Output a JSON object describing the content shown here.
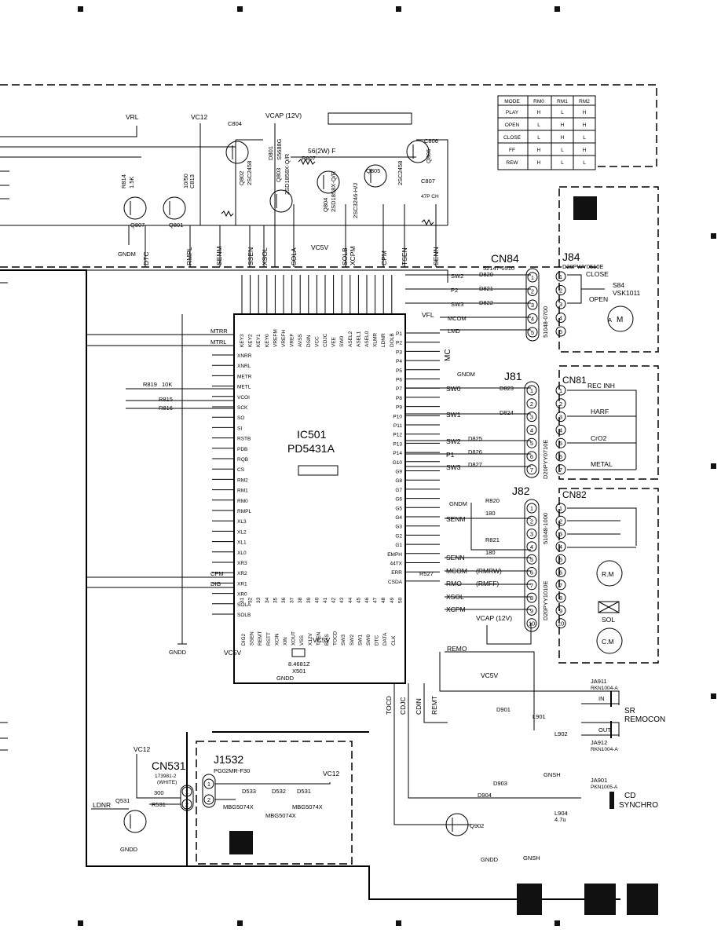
{
  "mode_table": {
    "headers": [
      "MODE",
      "RM0",
      "RM1",
      "RM2"
    ],
    "rows": [
      [
        "PLAY",
        "H",
        "L",
        "H"
      ],
      [
        "OPEN",
        "L",
        "H",
        "H"
      ],
      [
        "CLOSE",
        "L",
        "H",
        "L"
      ],
      [
        "FF",
        "H",
        "L",
        "H"
      ],
      [
        "REW",
        "H",
        "L",
        "L"
      ]
    ]
  },
  "ic": {
    "ref": "IC501",
    "part": "PD5431A"
  },
  "ic_left_pins": [
    "XNRR",
    "XNRL",
    "METR",
    "METL",
    "VCOI",
    "SCK",
    "SO",
    "SI",
    "RSTB",
    "PDB",
    "RQB",
    "CS",
    "RM2",
    "RM1",
    "RM0",
    "RMPL",
    "XL3",
    "XL2",
    "XL1",
    "XL0",
    "XR3",
    "XR2",
    "XR1",
    "XR0",
    "SOLA",
    "SOLB"
  ],
  "ic_right_pins": [
    "P1",
    "P2",
    "P3",
    "P4",
    "P5",
    "P6",
    "P7",
    "P8",
    "P9",
    "P10",
    "P11",
    "P12",
    "P13",
    "P14",
    "G10",
    "G9",
    "G8",
    "G7",
    "G6",
    "G5",
    "G4",
    "G3",
    "G2",
    "G1",
    "EMPH",
    "44TX",
    "ERR",
    "CSDA"
  ],
  "ic_top_pins": [
    "KEY3",
    "KEY2",
    "KEY1",
    "KEY0",
    "VREFM",
    "VREFH",
    "VREF",
    "AVSS",
    "DSIN",
    "VCC",
    "CDJC",
    "VEE",
    "SW0",
    "ASEL2",
    "ASEL1",
    "ASEL0",
    "XLMR",
    "LDNR",
    "DOLB"
  ],
  "ic_bottom_pins": [
    "DIG2",
    "SSEN",
    "REMT",
    "RSTT",
    "XCIN",
    "XIN",
    "XOUT",
    "VSS",
    "X12V",
    "TSEN",
    "BIAS",
    "TOCD",
    "SW3",
    "SW2",
    "SW1",
    "SW0",
    "DTC",
    "DATA",
    "CLK"
  ],
  "ic_bottom_numbers": [
    "31",
    "32",
    "33",
    "34",
    "35",
    "36",
    "37",
    "38",
    "39",
    "40",
    "41",
    "42",
    "43",
    "44",
    "45",
    "46",
    "47",
    "48",
    "49",
    "50"
  ],
  "supplies": {
    "vrl": "VRL",
    "vc12": "VC12",
    "vcap": "VCAP (12V)",
    "vc5v": "VC5V",
    "vfl": "VFL",
    "gndm": "GNDM",
    "gndd": "GNDD",
    "gnsh": "GNSH"
  },
  "transistors": {
    "q801": "Q801",
    "q802": "Q802",
    "q802_part": "2SC2458",
    "q803": "Q803",
    "q803_part": "2SD1858X-Q/R",
    "q804": "Q804",
    "q804_part": "2SD1858X-Q/R",
    "q805": "Q805",
    "q805_part": "2SC3246-H/J",
    "q806": "Q806",
    "q806_part": "2SC2458",
    "q807": "Q807",
    "q531": "Q531",
    "q902": "Q902"
  },
  "parts": {
    "d801": "D801",
    "d801_part": "S5688G",
    "r807": "R807",
    "r807_val": "56(2W) F",
    "c804": "C804",
    "c806": "C806",
    "c807": "C807",
    "c807_val": "47P CH",
    "c813": "C813",
    "c813_val": "10/50",
    "r814": "R814",
    "r814_val": "1.5K",
    "r815": "R815",
    "r816": "R816",
    "r819": "R819",
    "r819_val": "10K",
    "r820": "R820",
    "r820_val": "180",
    "r821": "R821",
    "r821_val": "180",
    "r527": "R527",
    "r531": "R531",
    "r531_val": "300",
    "x501": "X501",
    "x501_val": "8.4681Z",
    "d901": "D901",
    "d903": "D903",
    "d904": "D904",
    "l901": "L901",
    "l902": "L902",
    "l904": "L904",
    "l904_val": "4.7u"
  },
  "signals_top": [
    "DTC",
    "RMPL",
    "SENM",
    "SSEN",
    "XSOL",
    "SOLA",
    "SOLB",
    "XCPM",
    "CPM",
    "TSEN",
    "SENN"
  ],
  "signals_left": [
    "MTRR",
    "MTRL",
    "CPM",
    "DIG"
  ],
  "signals_bottom": [
    "TOCD",
    "CDJC",
    "CDIN",
    "REMT",
    "REMO"
  ],
  "cn84": {
    "ref": "CN84",
    "part": "52147-0510",
    "side_part": "51048-0700",
    "pins": [
      "1",
      "2",
      "3",
      "4",
      "5"
    ],
    "nets": [
      "SW2",
      "P2",
      "SW3",
      "MCOM",
      "LMD"
    ],
    "diodes": [
      "D820",
      "D821",
      "D822"
    ]
  },
  "j84": {
    "ref": "J84",
    "part": "D20PWY0510E",
    "switch": "S84",
    "switch_part": "VSK1011",
    "labels": [
      "CLOSE",
      "OPEN"
    ],
    "pins": [
      "1",
      "2",
      "3",
      "4",
      "5"
    ],
    "motor": "M",
    "motor_ref": "A"
  },
  "j81": {
    "ref": "J81",
    "part": "D20PYY0710E",
    "pins": [
      "1",
      "2",
      "3",
      "4",
      "5",
      "6",
      "7"
    ],
    "nets": [
      "SW0",
      "SW1",
      "SW2",
      "P1",
      "SW3"
    ],
    "diodes": [
      "D823",
      "D824",
      "D825",
      "D826",
      "D827"
    ],
    "mc": "MC"
  },
  "cn81": {
    "ref": "CN81",
    "pins": [
      "1",
      "2",
      "3",
      "4",
      "5",
      "6",
      "7"
    ],
    "labels": [
      "REC INH",
      "HARF",
      "CrO2",
      "METAL"
    ]
  },
  "j82": {
    "ref": "J82",
    "part": "D20PYY1010E",
    "side_part": "51048-1000",
    "pins": [
      "1",
      "2",
      "3",
      "4",
      "5",
      "6",
      "7",
      "8",
      "9",
      "10"
    ],
    "nets": [
      "SENM",
      "SENN",
      "MCOM",
      "RMO",
      "XSOL",
      "XCPM"
    ],
    "notes": [
      "(RMRW)",
      "(RMFF)"
    ]
  },
  "cn82": {
    "ref": "CN82",
    "pins": [
      "1",
      "2",
      "3",
      "4",
      "5",
      "6",
      "7",
      "8",
      "9",
      "10"
    ],
    "parts": [
      "R.M",
      "SOL",
      "C.M"
    ]
  },
  "jacks": {
    "ja911": "JA911",
    "ja911_part": "RKN1004-A",
    "ja912": "JA912",
    "ja912_part": "RKN1004-A",
    "ja901": "JA901",
    "ja901_part": "PKN1005-A",
    "sr_label": "SR",
    "remocon": "REMOCON",
    "in": "IN",
    "out": "OUT",
    "cd_label": "CD",
    "synchro": "SYNCHRO"
  },
  "cn531": {
    "ref": "CN531",
    "part": "173981-2",
    "color": "(WHITE)",
    "pins": [
      "1",
      "2"
    ],
    "net": "LDNR"
  },
  "j1532": {
    "ref": "J1532",
    "part": "PG02MR-F30",
    "pins": [
      "1",
      "2"
    ],
    "leds": [
      "D533",
      "D532",
      "D531"
    ],
    "led_part": "MBG5074X"
  }
}
